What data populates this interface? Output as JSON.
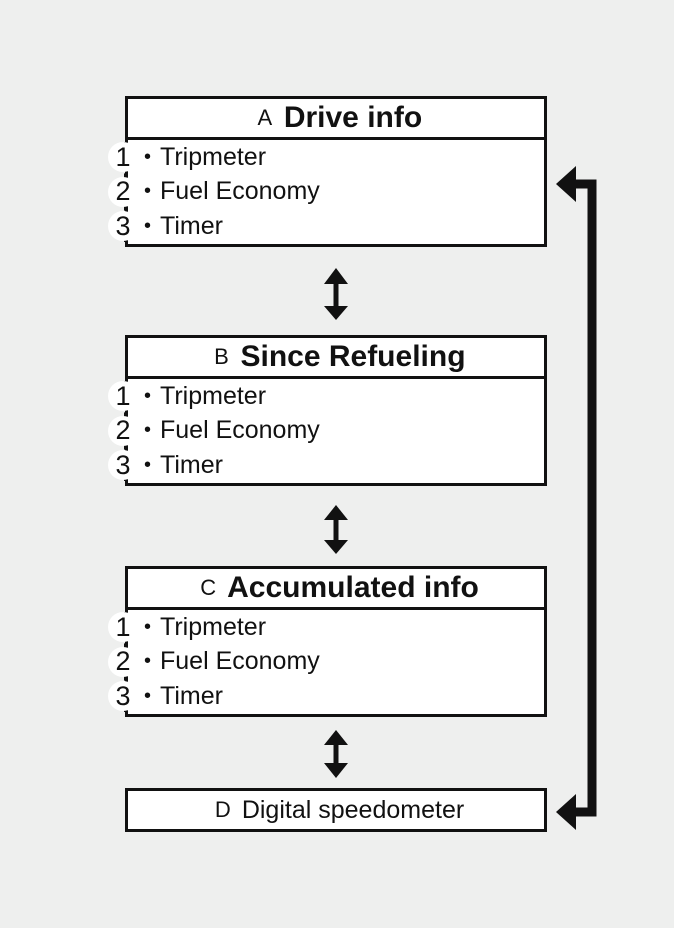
{
  "modes": [
    {
      "letter": "A",
      "title": "Drive info",
      "items": [
        {
          "num": "1",
          "label": "Tripmeter"
        },
        {
          "num": "2",
          "label": "Fuel Economy"
        },
        {
          "num": "3",
          "label": "Timer"
        }
      ]
    },
    {
      "letter": "B",
      "title": "Since Refueling",
      "items": [
        {
          "num": "1",
          "label": "Tripmeter"
        },
        {
          "num": "2",
          "label": "Fuel Economy"
        },
        {
          "num": "3",
          "label": "Timer"
        }
      ]
    },
    {
      "letter": "C",
      "title": "Accumulated info",
      "items": [
        {
          "num": "1",
          "label": "Tripmeter"
        },
        {
          "num": "2",
          "label": "Fuel Economy"
        },
        {
          "num": "3",
          "label": "Timer"
        }
      ]
    }
  ],
  "speedometer": {
    "letter": "D",
    "label": "Digital speedometer"
  }
}
